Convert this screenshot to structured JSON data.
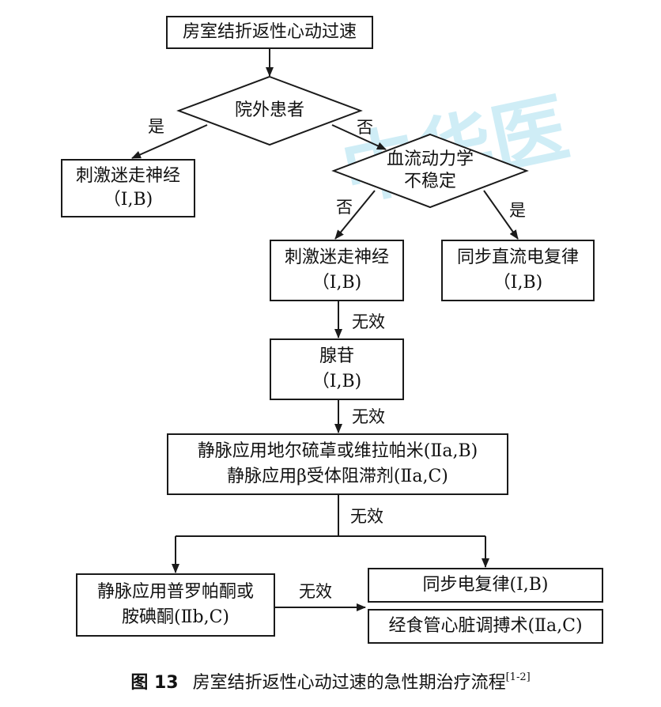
{
  "watermark": "中华医",
  "nodes": {
    "start": [
      "房室结折返性心动过速"
    ],
    "q_outpatient": [
      "院外患者"
    ],
    "vagal_1": [
      "刺激迷走神经",
      "（Ⅰ,B)"
    ],
    "q_hemodynamic": [
      "血流动力学",
      "不稳定"
    ],
    "vagal_2": [
      "刺激迷走神经",
      "（Ⅰ,B)"
    ],
    "sync_dc": [
      "同步直流电复律",
      "（Ⅰ,B)"
    ],
    "adenosine": [
      "腺苷",
      "（Ⅰ,B)"
    ],
    "iv_drugs": [
      "静脉应用地尔硫䓬或维拉帕米(Ⅱa,B)",
      "静脉应用β受体阻滞剂(Ⅱa,C)"
    ],
    "propafenone": [
      "静脉应用普罗帕酮或",
      "胺碘酮(Ⅱb,C)"
    ],
    "sync_cardioversion": [
      "同步电复律(Ⅰ,B)"
    ],
    "pacing": [
      "经食管心脏调搏术(Ⅱa,C)"
    ]
  },
  "edge_labels": {
    "yes_1": "是",
    "no_1": "否",
    "no_2": "否",
    "yes_2": "是",
    "ineffective_1": "无效",
    "ineffective_2": "无效",
    "ineffective_3": "无效",
    "ineffective_4": "无效"
  },
  "caption": {
    "label": "图 13",
    "text": "房室结折返性心动过速的急性期治疗流程",
    "ref": "[1-2]"
  }
}
